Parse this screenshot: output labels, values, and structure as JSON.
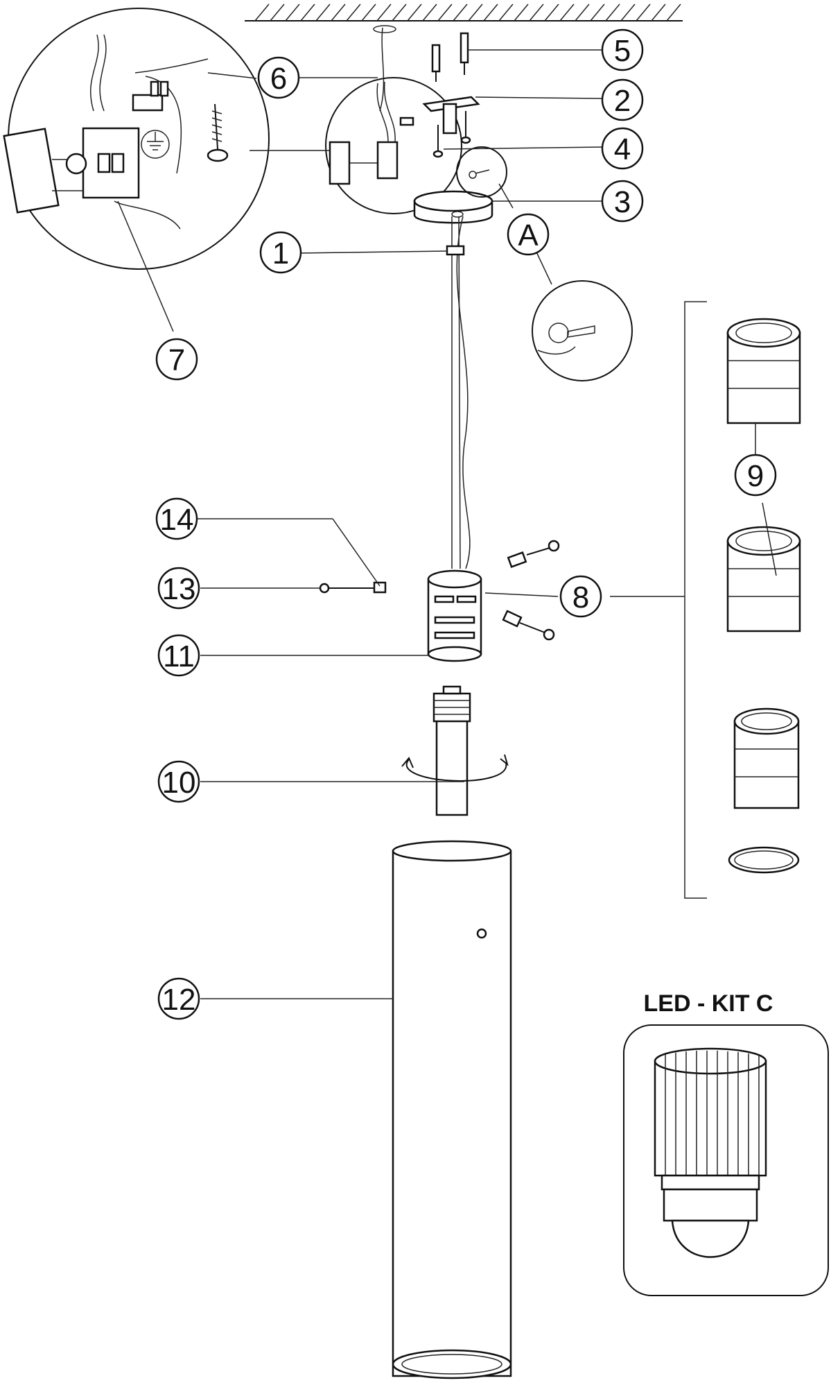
{
  "callouts": [
    {
      "id": "1",
      "label": "1"
    },
    {
      "id": "2",
      "label": "2"
    },
    {
      "id": "3",
      "label": "3"
    },
    {
      "id": "4",
      "label": "4"
    },
    {
      "id": "5",
      "label": "5"
    },
    {
      "id": "6",
      "label": "6"
    },
    {
      "id": "7",
      "label": "7"
    },
    {
      "id": "8",
      "label": "8"
    },
    {
      "id": "9",
      "label": "9"
    },
    {
      "id": "10",
      "label": "10"
    },
    {
      "id": "11",
      "label": "11"
    },
    {
      "id": "12",
      "label": "12"
    },
    {
      "id": "13",
      "label": "13"
    },
    {
      "id": "14",
      "label": "14"
    },
    {
      "id": "A",
      "label": "A"
    }
  ],
  "kit": {
    "title": "LED - KIT C"
  },
  "icons": [
    "ground-symbol-icon",
    "rotate-arrow-icon",
    "screw-icon"
  ]
}
